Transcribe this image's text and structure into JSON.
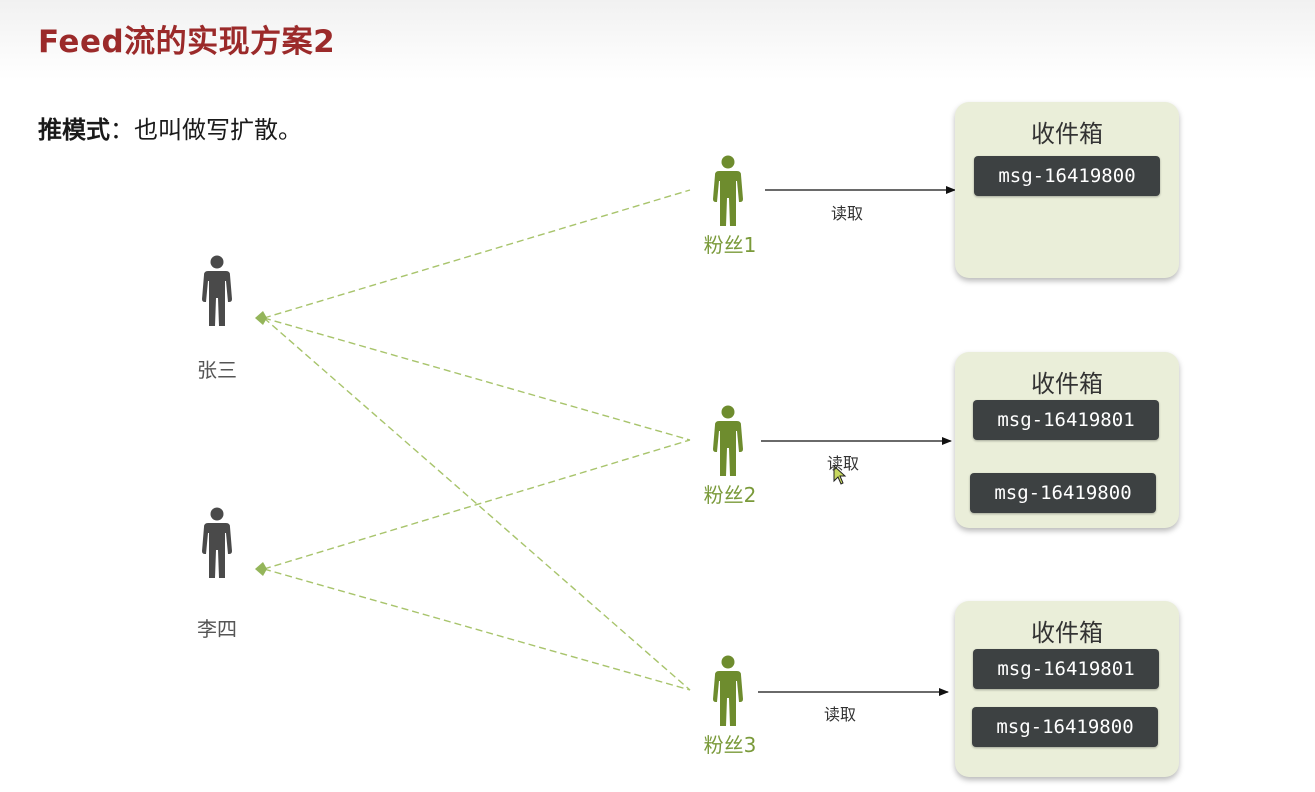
{
  "title": "Feed流的实现方案2",
  "subtitle": {
    "bold": "推模式",
    "rest": "：也叫做写扩散。"
  },
  "authors": [
    {
      "label": "张三"
    },
    {
      "label": "李四"
    }
  ],
  "fans": [
    {
      "label": "粉丝1",
      "read_label": "读取"
    },
    {
      "label": "粉丝2",
      "read_label": "读取"
    },
    {
      "label": "粉丝3",
      "read_label": "读取"
    }
  ],
  "inboxes": [
    {
      "title": "收件箱",
      "messages": [
        "msg-16419800"
      ]
    },
    {
      "title": "收件箱",
      "messages": [
        "msg-16419801",
        "msg-16419800"
      ]
    },
    {
      "title": "收件箱",
      "messages": [
        "msg-16419801",
        "msg-16419800"
      ]
    }
  ],
  "colors": {
    "title": "#9b2a2a",
    "author": "#4a4a4a",
    "fan": "#6e8c2e",
    "dashed_line": "#a8c46c",
    "inbox_bg": "#eaeed9",
    "msg_bg": "#3d4142"
  },
  "icons": {
    "author": "person-icon",
    "fan": "person-icon",
    "cursor": "mouse-pointer-icon"
  }
}
